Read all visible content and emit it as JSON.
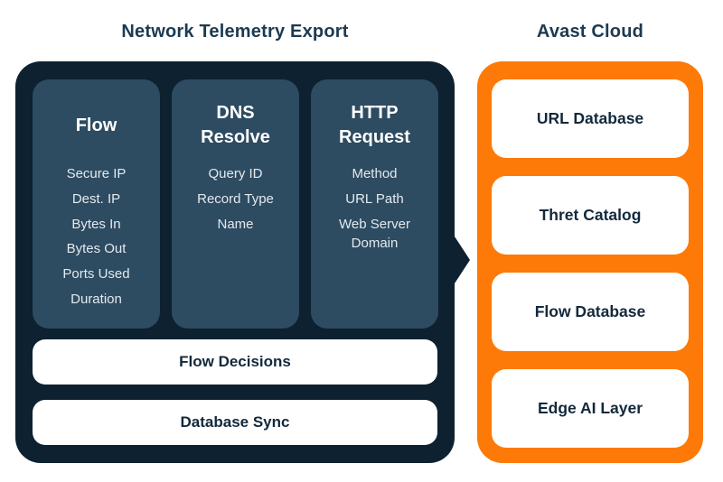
{
  "titles": {
    "left": "Network Telemetry Export",
    "right": "Avast Cloud"
  },
  "telemetry": {
    "columns": [
      {
        "heading": "Flow",
        "items": [
          "Secure IP",
          "Dest. IP",
          "Bytes In",
          "Bytes Out",
          "Ports Used",
          "Duration"
        ]
      },
      {
        "heading": "DNS Resolve",
        "items": [
          "Query ID",
          "Record Type",
          "Name"
        ]
      },
      {
        "heading": "HTTP Request",
        "items": [
          "Method",
          "URL Path",
          "Web Server Domain"
        ]
      }
    ],
    "bars": [
      "Flow Decisions",
      "Database Sync"
    ]
  },
  "cloud": {
    "boxes": [
      "URL Database",
      "Thret Catalog",
      "Flow Database",
      "Edge AI Layer"
    ]
  },
  "icons": {
    "connector_arrow": "right-pointing-triangle"
  },
  "colors": {
    "panel_navy": "#0d2130",
    "column_slate": "#2d4b61",
    "accent_orange": "#fd7a08",
    "title_navy": "#1c3a50",
    "bar_text_navy": "#12293a",
    "box_text_navy": "#13293b",
    "item_text": "#e3eaef",
    "background": "#ffffff"
  }
}
